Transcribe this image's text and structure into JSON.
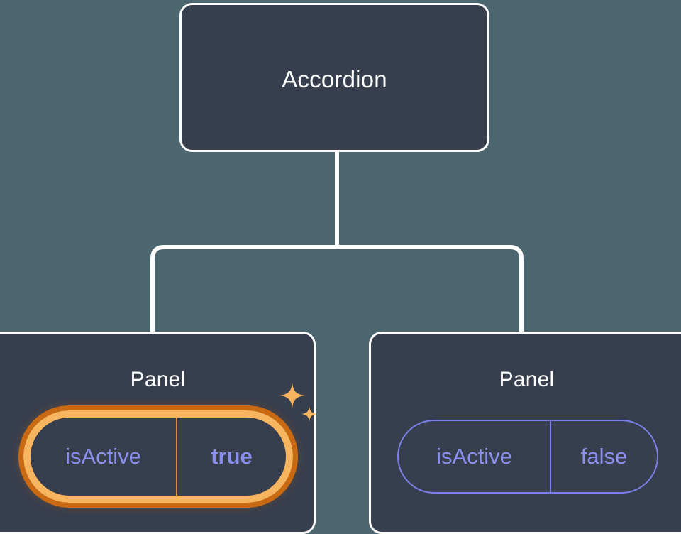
{
  "canvas": {
    "background_color": "#4c6670",
    "node_fill_color": "#373e4e",
    "node_border_color": "#ffffff",
    "connector_color": "#ffffff",
    "prop_text_color": "#8b90f0",
    "prop_border_color": "#7b80e8",
    "highlight_inner_color": "#f6b55e",
    "highlight_outer_color": "#c96a12",
    "sparkle_color": "#f6b55e"
  },
  "tree": {
    "root": {
      "label": "Accordion"
    },
    "children": [
      {
        "label": "Panel",
        "highlighted": true,
        "prop": {
          "key": "isActive",
          "value": "true",
          "value_emphasis": "bold"
        },
        "decoration": "sparkles-icon"
      },
      {
        "label": "Panel",
        "highlighted": false,
        "prop": {
          "key": "isActive",
          "value": "false",
          "value_emphasis": "normal"
        }
      }
    ]
  }
}
